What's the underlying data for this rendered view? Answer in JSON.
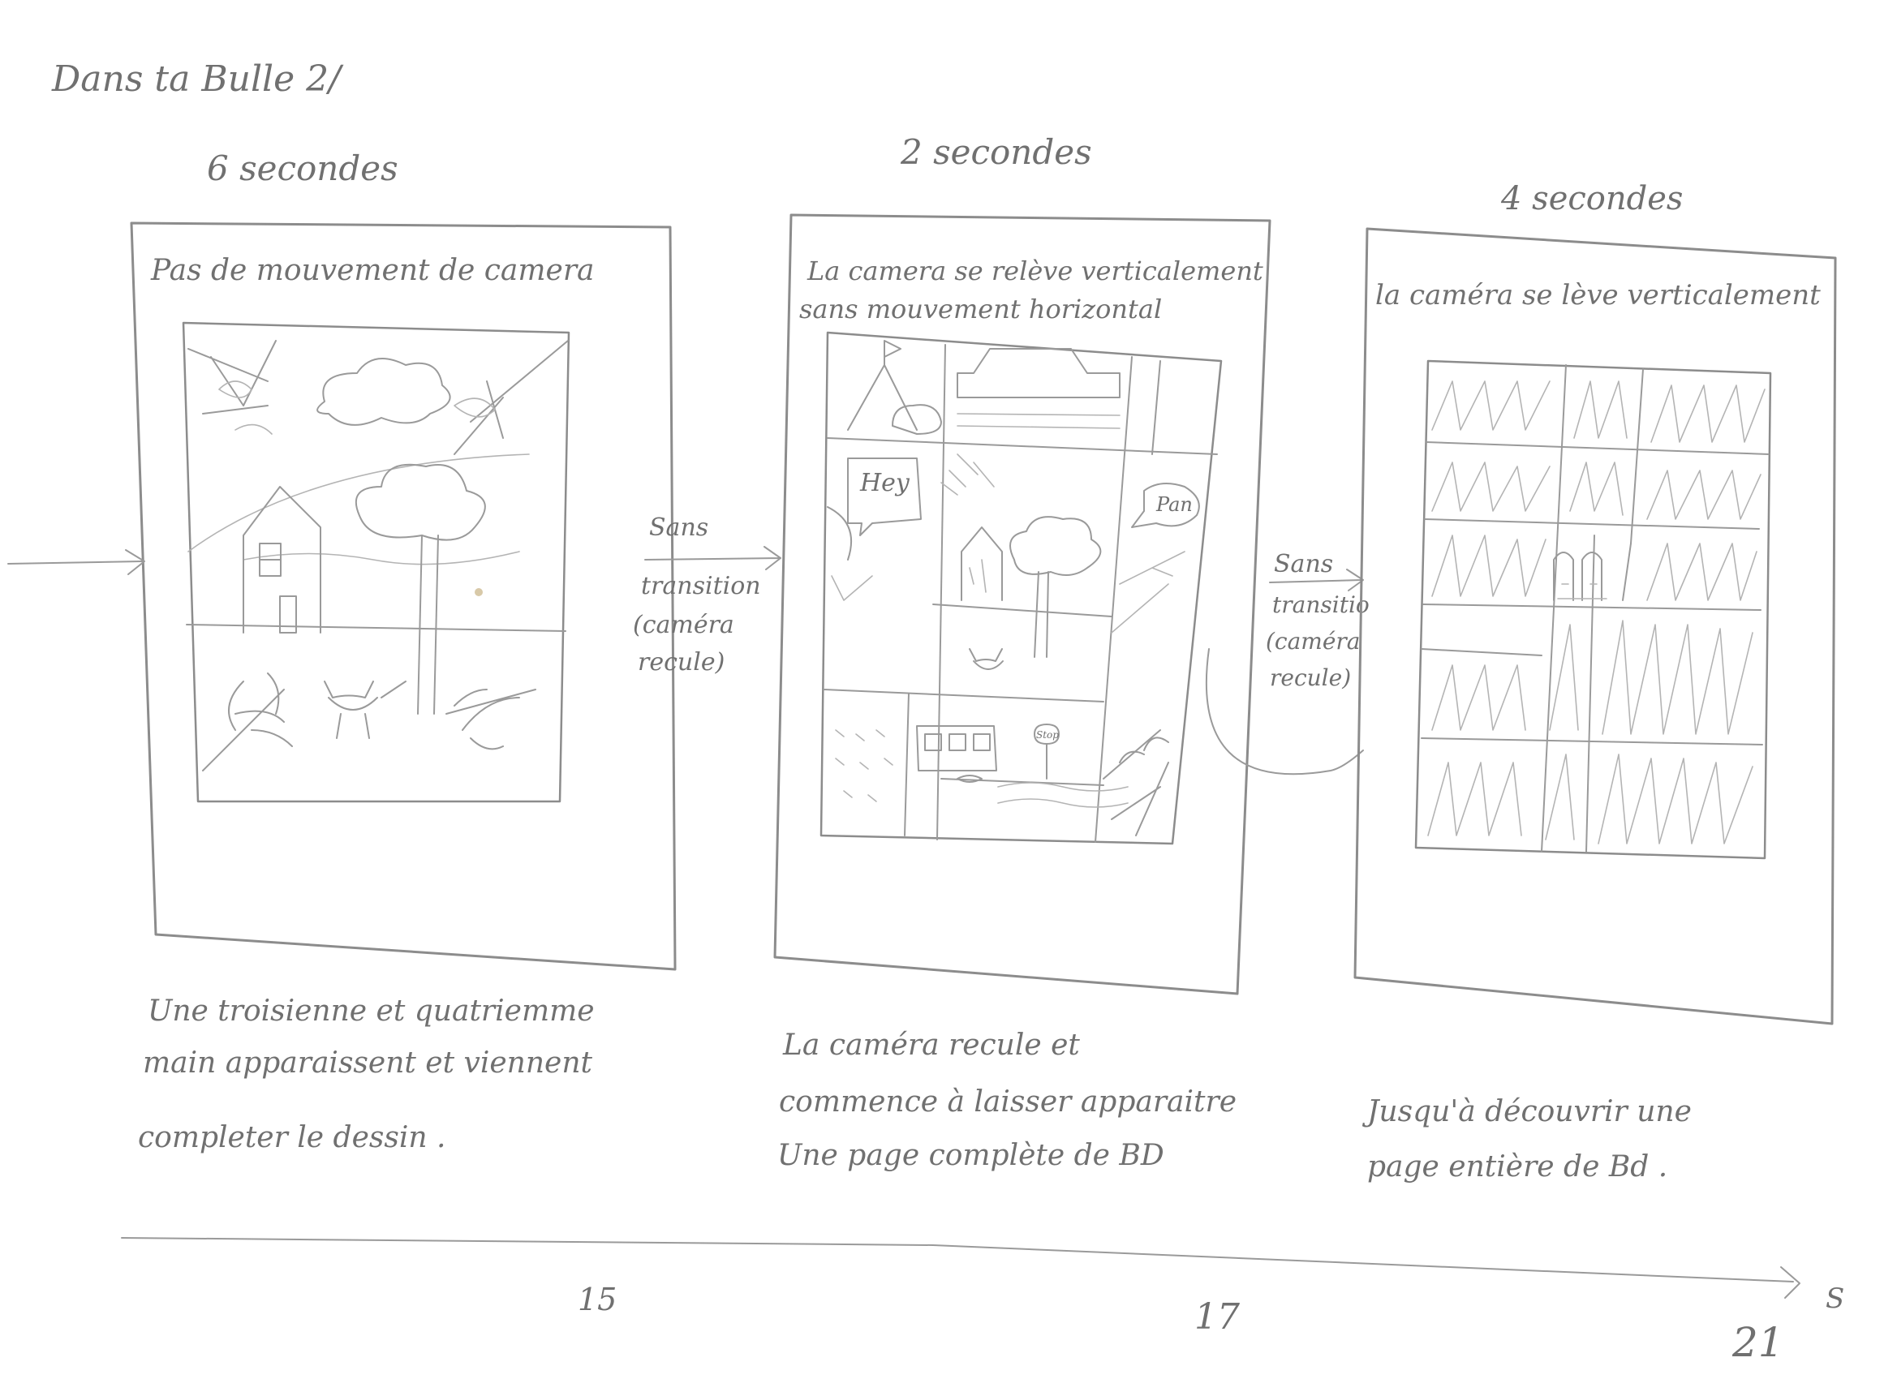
{
  "header": {
    "title": "Dans ta Bulle 2/"
  },
  "scenes": [
    {
      "duration": "6 secondes",
      "camera_note": "Pas de mouvement de camera",
      "description": [
        "Une troisienne et quatriemme",
        "main apparaissent et viennent",
        "completer le dessin ."
      ],
      "frame_number": "15"
    },
    {
      "duration": "2 secondes",
      "camera_note": [
        "La camera se relève verticalement",
        "sans mouvement horizontal"
      ],
      "speech_bubbles": [
        "Hey",
        "Pan"
      ],
      "sign": "Stop",
      "description": [
        "La caméra recule et",
        "commence à laisser apparaitre",
        "Une page complète de BD"
      ],
      "frame_number": "17"
    },
    {
      "duration": "4 secondes",
      "camera_note": "la caméra se lève verticalement",
      "description": [
        "Jusqu'à découvrir une",
        "page entière de Bd ."
      ],
      "frame_number": "21"
    }
  ],
  "transitions": [
    {
      "lines": [
        "Sans",
        "transition",
        "(caméra",
        "recule)"
      ]
    },
    {
      "lines": [
        "Sans",
        "transitio",
        "(caméra",
        "recule)"
      ]
    }
  ],
  "timeline": {
    "end_label": "S"
  }
}
